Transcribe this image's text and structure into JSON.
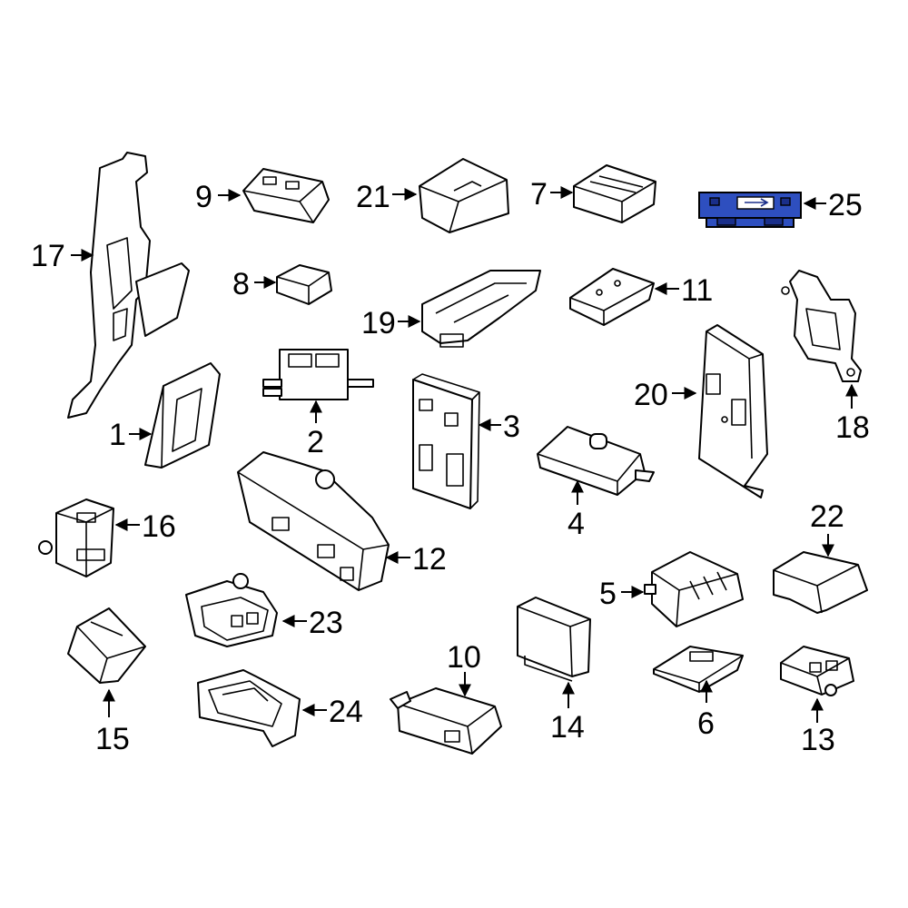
{
  "diagram": {
    "highlight_color": "#2e4fbf",
    "callouts": [
      {
        "id": "c1",
        "label": "1"
      },
      {
        "id": "c2",
        "label": "2"
      },
      {
        "id": "c3",
        "label": "3"
      },
      {
        "id": "c4",
        "label": "4"
      },
      {
        "id": "c5",
        "label": "5"
      },
      {
        "id": "c6",
        "label": "6"
      },
      {
        "id": "c7",
        "label": "7"
      },
      {
        "id": "c8",
        "label": "8"
      },
      {
        "id": "c9",
        "label": "9"
      },
      {
        "id": "c10",
        "label": "10"
      },
      {
        "id": "c11",
        "label": "11"
      },
      {
        "id": "c12",
        "label": "12"
      },
      {
        "id": "c13",
        "label": "13"
      },
      {
        "id": "c14",
        "label": "14"
      },
      {
        "id": "c15",
        "label": "15"
      },
      {
        "id": "c16",
        "label": "16"
      },
      {
        "id": "c17",
        "label": "17"
      },
      {
        "id": "c18",
        "label": "18"
      },
      {
        "id": "c19",
        "label": "19"
      },
      {
        "id": "c20",
        "label": "20"
      },
      {
        "id": "c21",
        "label": "21"
      },
      {
        "id": "c22",
        "label": "22"
      },
      {
        "id": "c23",
        "label": "23"
      },
      {
        "id": "c24",
        "label": "24"
      },
      {
        "id": "c25",
        "label": "25"
      }
    ]
  }
}
